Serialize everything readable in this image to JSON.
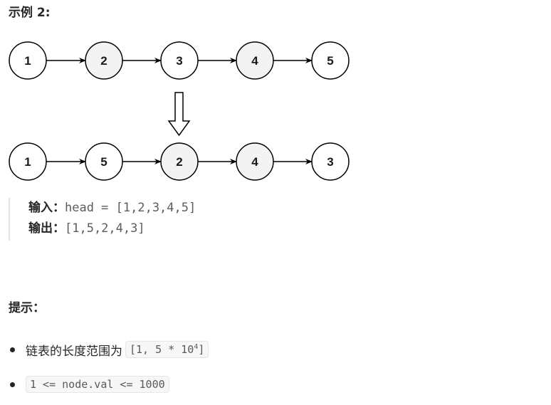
{
  "example_heading": "示例 2:",
  "diagram": {
    "top_nodes": [
      "1",
      "2",
      "3",
      "4",
      "5"
    ],
    "bottom_nodes": [
      "1",
      "5",
      "2",
      "4",
      "3"
    ],
    "shaded_color": "#f3f3f3",
    "node_border_color": "#000000"
  },
  "example": {
    "input_label": "输入：",
    "input_value": "head = [1,2,3,4,5]",
    "output_label": "输出：",
    "output_value": "[1,5,2,4,3]"
  },
  "hints_heading": "提示：",
  "hints": [
    {
      "text": "链表的长度范围为",
      "code_prefix": "[1, 5 * 10",
      "code_sup": "4",
      "code_suffix": "]"
    },
    {
      "code": "1 <= node.val <= 1000"
    }
  ]
}
